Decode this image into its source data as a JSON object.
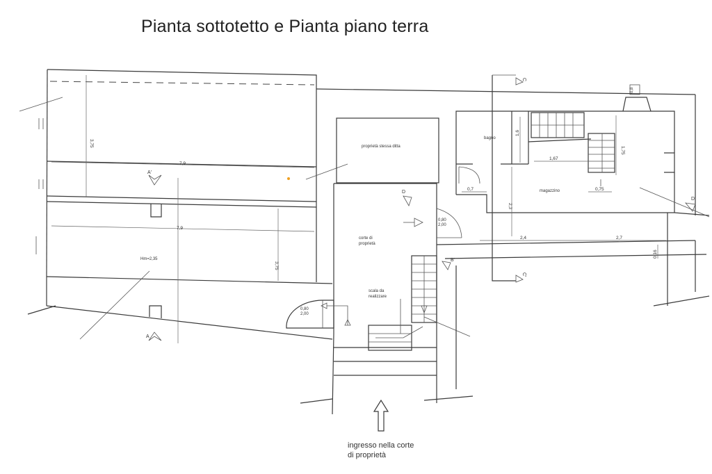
{
  "title": "Pianta sottotetto e Pianta piano terra",
  "rooms": {
    "proprieta_stessa_ditta": "proprietà stessa ditta",
    "bagno": "bagno",
    "magazzino": "magazzino",
    "corte_di": "corte di",
    "proprieta": "proprietà",
    "scala_da": "scala da",
    "realizzare": "realizzare",
    "hm": "Hm=2,35"
  },
  "dimensions": {
    "d_7_9_top": "7,9",
    "d_7_9_bottom": "7,9",
    "d_3_75_left": "3,75",
    "d_3_75_mid": "3,75",
    "d_1_6": "1,6",
    "d_1_67": "1,67",
    "d_1_75": "1,75",
    "d_0_7": "0,7",
    "d_0_75": "0,75",
    "d_2_4": "2,4",
    "d_2_7": "2,7",
    "d_0_16": "0,16",
    "d_2_3": "2,3",
    "door_corte_a": "0,80",
    "door_corte_b": "2,00",
    "door_scala_a": "0,80",
    "door_scala_b": "2,00",
    "chimney": "0,8"
  },
  "sections": {
    "A_top": "A'",
    "A_bottom": "A",
    "B": "B'",
    "C_top": "C",
    "C_bottom": "C'",
    "D": "D",
    "D_right": "D'"
  },
  "entrance": {
    "line1": "ingresso nella corte",
    "line2": "di proprietà"
  }
}
